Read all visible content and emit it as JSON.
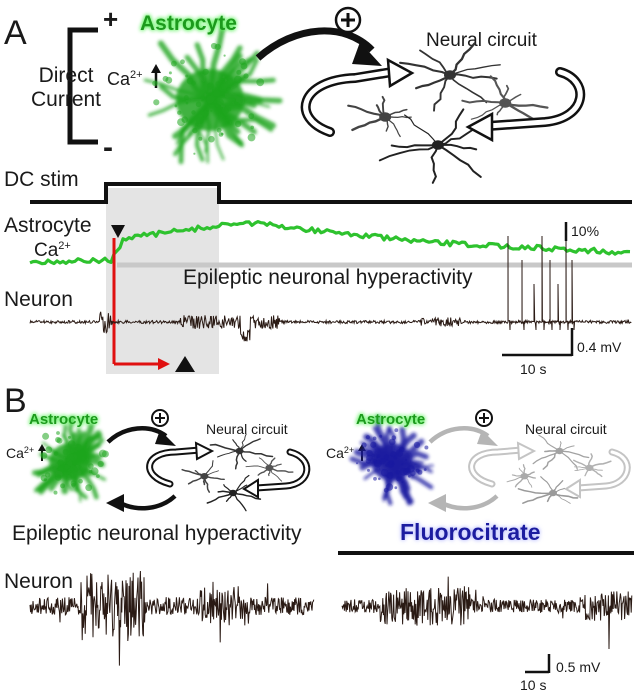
{
  "panel_a": {
    "label": "A",
    "plus": "+",
    "minus": "-",
    "direct_current": [
      "Direct",
      "Current"
    ],
    "ca": "Ca",
    "ca_sup": "2+",
    "astrocyte": "Astrocyte",
    "circle_plus": "+",
    "neural_circuit": "Neural circuit",
    "dc_stim": "DC stim",
    "astrocyte_trace_label": "Astrocyte",
    "astrocyte_ca": "Ca",
    "astrocyte_ca_sup": "2+",
    "hyperactivity": "Epileptic neuronal hyperactivity",
    "neuron": "Neuron",
    "scale_percent": "10%",
    "scale_time": "10 s",
    "scale_mv": "0.4 mV"
  },
  "panel_b": {
    "label": "B",
    "ca": "Ca",
    "ca_sup": "2+",
    "astrocyte_left": "Astrocyte",
    "astrocyte_right": "Astrocyte",
    "circle_plus": "+",
    "neural_circuit_left": "Neural circuit",
    "neural_circuit_right": "Neural circuit",
    "hyperactivity": "Epileptic neuronal hyperactivity",
    "fluorocitrate": "Fluorocitrate",
    "neuron": "Neuron",
    "scale_mv": "0.5 mV",
    "scale_time": "10 s"
  },
  "colors": {
    "astrocyte_green": "#1fa51f",
    "glow_green": "#6cf06c",
    "fluorocitrate_blue": "#1a1aa0",
    "calcium_trace": "#2ec22e",
    "trace_dark": "#2a1a14",
    "red_arrow": "#e01010",
    "stim_shade": "#e4e4e4"
  }
}
